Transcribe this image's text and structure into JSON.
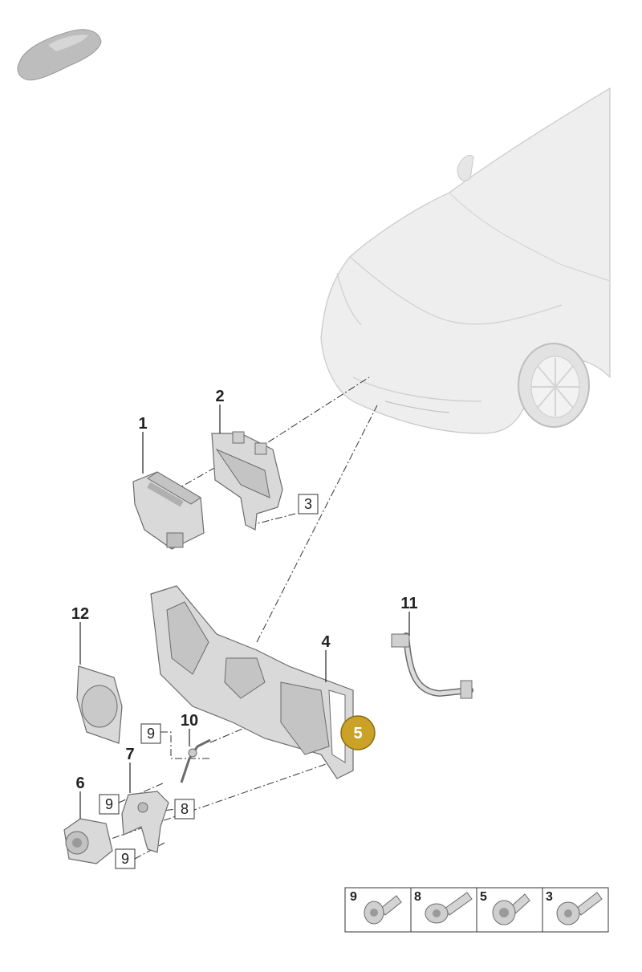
{
  "callouts": {
    "c1": "1",
    "c2": "2",
    "c3": "3",
    "c4": "4",
    "c5": "5",
    "c6": "6",
    "c7": "7",
    "c8": "8",
    "c9a": "9",
    "c9b": "9",
    "c9c": "9",
    "c10": "10",
    "c11": "11",
    "c12": "12"
  },
  "highlight": {
    "label": "5",
    "color": "#c9a227"
  },
  "legend": [
    {
      "number": "9",
      "icon": "bolt-washer-head-icon"
    },
    {
      "number": "8",
      "icon": "bolt-flange-head-icon"
    },
    {
      "number": "5",
      "icon": "bolt-washer-head-icon"
    },
    {
      "number": "3",
      "icon": "bolt-torx-washer-head-icon"
    }
  ],
  "colors": {
    "part_fill": "#d9d9d9",
    "outline": "#6b6b6b",
    "car_fill": "#eeeeee"
  }
}
